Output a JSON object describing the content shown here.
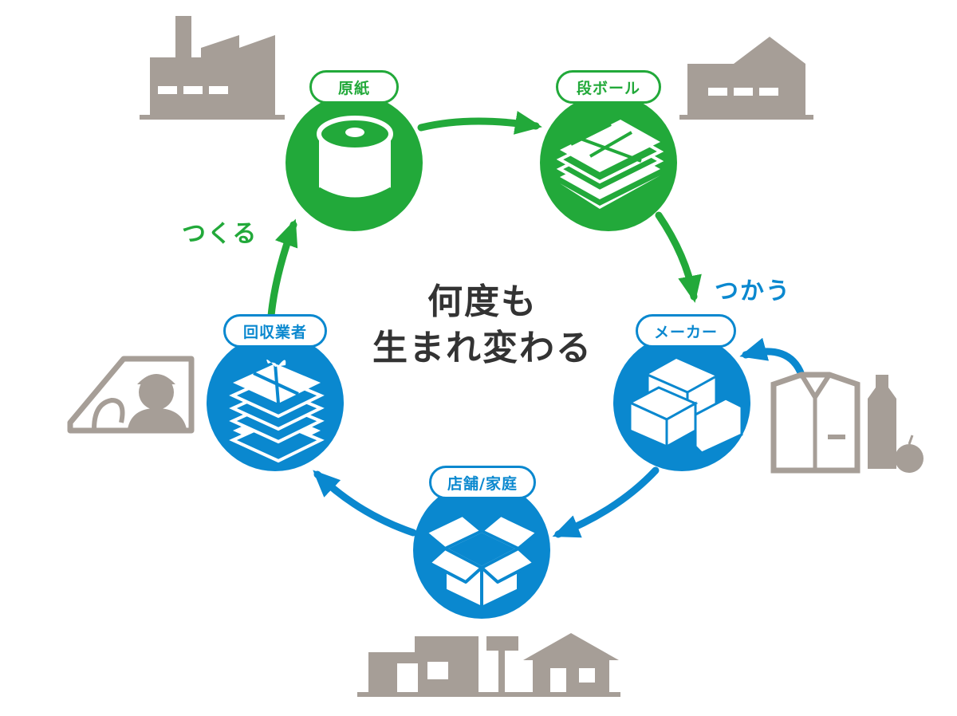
{
  "diagram": {
    "center_title_line1": "何度も",
    "center_title_line2": "生まれ変わる",
    "verb_make": "つくる",
    "verb_use": "つかう",
    "nodes": [
      {
        "id": "base-paper",
        "label": "原紙",
        "color": "green",
        "icon": "paper-roll-icon"
      },
      {
        "id": "cardboard",
        "label": "段ボール",
        "color": "green",
        "icon": "stacked-sheets-icon"
      },
      {
        "id": "maker",
        "label": "メーカー",
        "color": "blue",
        "icon": "boxes-icon"
      },
      {
        "id": "store-home",
        "label": "店舗/家庭",
        "color": "blue",
        "icon": "open-box-icon"
      },
      {
        "id": "collector",
        "label": "回収業者",
        "color": "blue",
        "icon": "bundled-cardboard-icon"
      }
    ],
    "side_icons": [
      "paper-mill-factory-icon",
      "cardboard-factory-icon",
      "products-icon",
      "store-and-house-icon",
      "collection-truck-driver-icon"
    ]
  },
  "colors": {
    "green": "#22a93a",
    "blue": "#0a88cf",
    "gray": "#a69e97",
    "dark_text": "#333333"
  }
}
